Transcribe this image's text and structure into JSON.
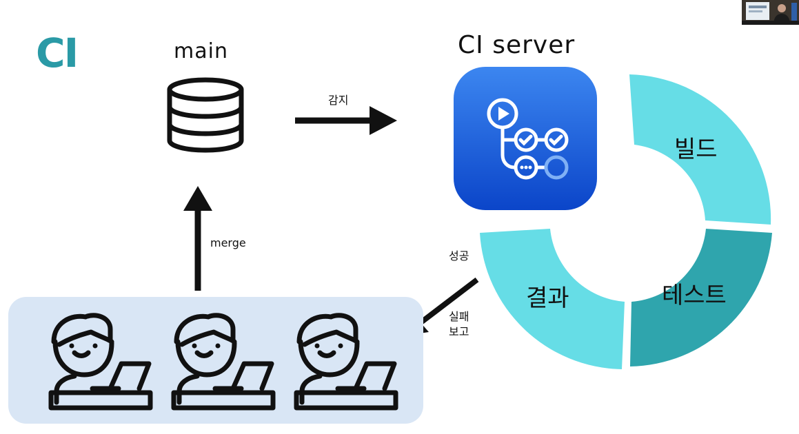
{
  "title": "CI",
  "main_label": "main",
  "server_label": "CI server",
  "edges": {
    "detect": "감지",
    "merge": "merge",
    "success": "성공",
    "fail_report_line1": "실패",
    "fail_report_line2": "보고"
  },
  "cycle_segments": [
    "빌드",
    "테스트",
    "결과"
  ],
  "colors": {
    "accent_title": "#2a9aa6",
    "segment_light": "#66dde6",
    "segment_dark": "#2fa5ad",
    "server_icon_top": "#3c86f0",
    "server_icon_bottom": "#0b45c9",
    "team_box": "#d9e6f5"
  },
  "icons": [
    "database-icon",
    "github-actions-icon",
    "developer-icon"
  ],
  "developer_count": 3
}
